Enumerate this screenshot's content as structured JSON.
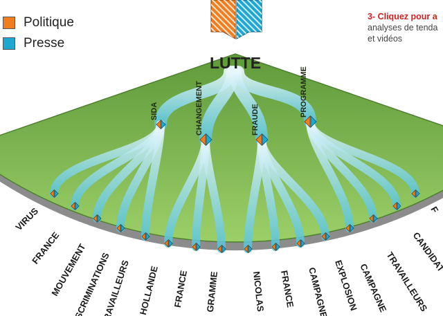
{
  "legend": [
    {
      "label": "Politique",
      "color": "#f07d1e"
    },
    {
      "label": "Presse",
      "color": "#1ea7cf"
    }
  ],
  "help": {
    "number": "3",
    "title": "- Cliquez pour a",
    "line2": "analyses de tenda",
    "line3": "et vidéos"
  },
  "root": {
    "label": "LUTTE",
    "icon": "split-bar-icon"
  },
  "branches": [
    {
      "label": "SIDA",
      "children": [
        "VIRUS",
        "FRANCE",
        "MOUVEMENT",
        "SCRIMINATIONS",
        "RAVAILLEURS"
      ]
    },
    {
      "label": "CHANGEMENT",
      "children": [
        "HOLLANDE",
        "FRANCE",
        "GRAMME"
      ]
    },
    {
      "label": "FRAUDE",
      "children": [
        "NICOLAS",
        "FRANCE",
        "CAMPAGNE",
        "EXPLOSION"
      ]
    },
    {
      "label": "PROGRAMME",
      "children": [
        "CAMPAGNE",
        "TRAVAILLEURS",
        "CANDIDAT",
        "F"
      ]
    }
  ],
  "colors": {
    "politique": "#f07d1e",
    "presse": "#1ea7cf",
    "fan": "#79b34a",
    "rim": "#8c8c8c",
    "flow": "#bfe9f3"
  }
}
